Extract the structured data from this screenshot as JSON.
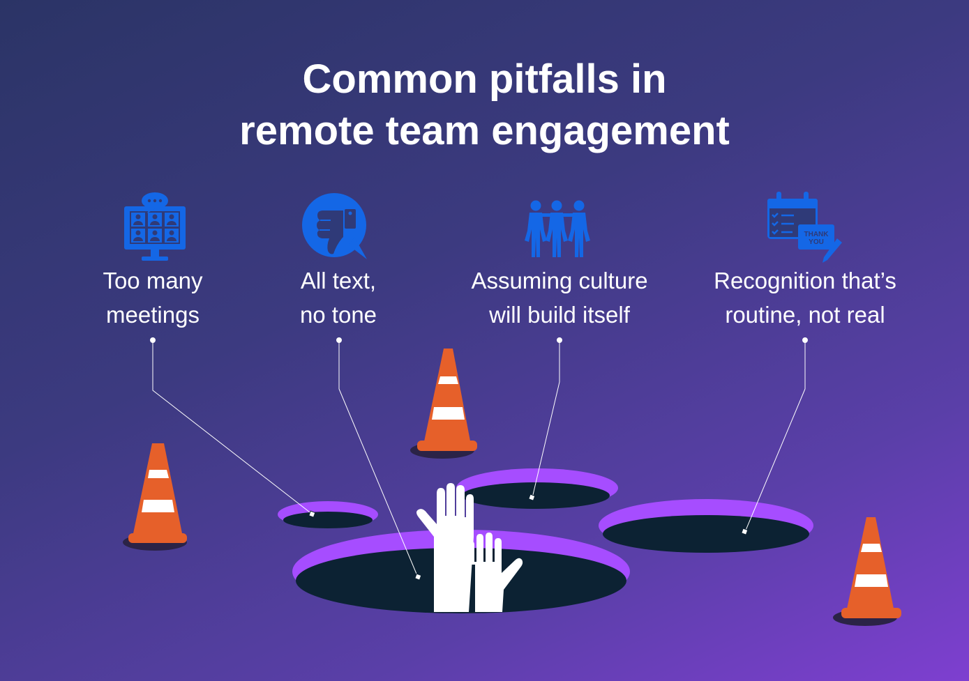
{
  "title": {
    "line1": "Common pitfalls in",
    "line2": "remote team engagement"
  },
  "pitfalls": [
    {
      "icon": "video-meeting-icon",
      "line1": "Too many",
      "line2": "meetings"
    },
    {
      "icon": "thumbs-down-chat-icon",
      "line1": "All text,",
      "line2": "no tone"
    },
    {
      "icon": "team-people-icon",
      "line1": "Assuming culture",
      "line2": "will build itself"
    },
    {
      "icon": "calendar-thank-you-icon",
      "line1": "Recognition that’s",
      "line2": "routine, not real"
    }
  ],
  "thank_you_card": {
    "line1": "THANK",
    "line2": "YOU"
  },
  "colors": {
    "icon_blue": "#1467e6",
    "hole_rim": "#a64dff",
    "hole_inside": "#0c2233",
    "cone_orange": "#e6602a",
    "cone_stripe": "#ffffff",
    "leader_line": "#ffffff"
  }
}
